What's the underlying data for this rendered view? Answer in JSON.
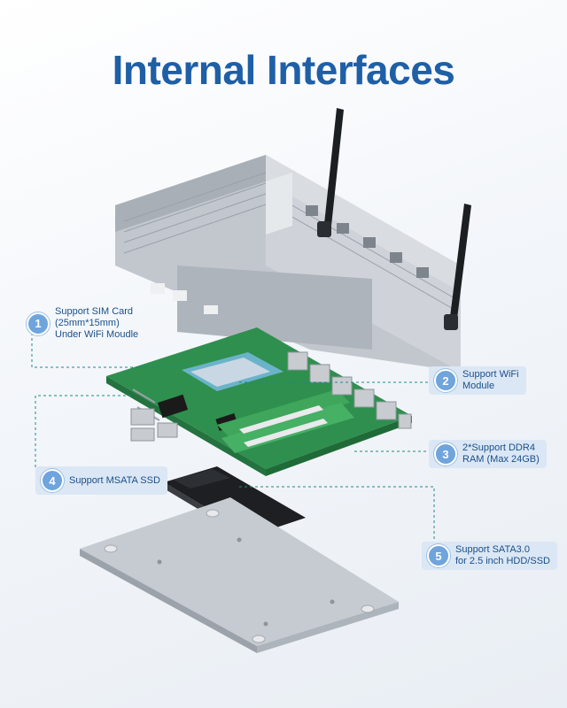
{
  "title": "Internal Interfaces",
  "callouts": [
    {
      "number": "1",
      "text": "Support SIM Card\n(25mm*15mm)\nUnder WiFi Moudle"
    },
    {
      "number": "2",
      "text": "Support WiFi\nModule"
    },
    {
      "number": "3",
      "text": "2*Support DDR4\nRAM (Max 24GB)"
    },
    {
      "number": "4",
      "text": "Support MSATA SSD"
    },
    {
      "number": "5",
      "text": "Support SATA3.0\nfor 2.5 inch HDD/SSD"
    }
  ],
  "colors": {
    "title": "#1f5fa6",
    "badge": "#6fa4dc",
    "callout_bg": "#dbe7f4",
    "leader_line": "#1e8a8a",
    "pcb": "#2f8f4e",
    "chassis": "#b9bec5"
  }
}
